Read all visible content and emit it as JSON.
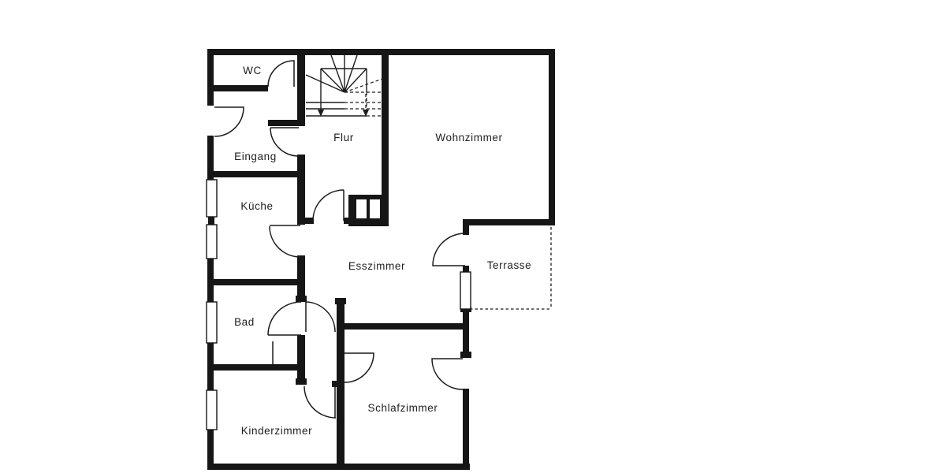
{
  "title": "Apartment floor plan",
  "colors": {
    "background": "#ffffff",
    "wall": "#161616",
    "line": "#1c1c1c",
    "text": "#1f1f1f"
  },
  "rooms": [
    {
      "id": "wc",
      "label": "WC"
    },
    {
      "id": "eingang",
      "label": "Eingang"
    },
    {
      "id": "flur",
      "label": "Flur"
    },
    {
      "id": "wohnzimmer",
      "label": "Wohnzimmer"
    },
    {
      "id": "kueche",
      "label": "Küche"
    },
    {
      "id": "esszimmer",
      "label": "Esszimmer"
    },
    {
      "id": "terrasse",
      "label": "Terrasse"
    },
    {
      "id": "bad",
      "label": "Bad"
    },
    {
      "id": "schlafzimmer",
      "label": "Schlafzimmer"
    },
    {
      "id": "kinderzimmer",
      "label": "Kinderzimmer"
    }
  ],
  "features": {
    "windows": 5,
    "doors": 11,
    "staircase": "winder staircase with up/down arrows",
    "terrasse_outline": "dashed"
  }
}
